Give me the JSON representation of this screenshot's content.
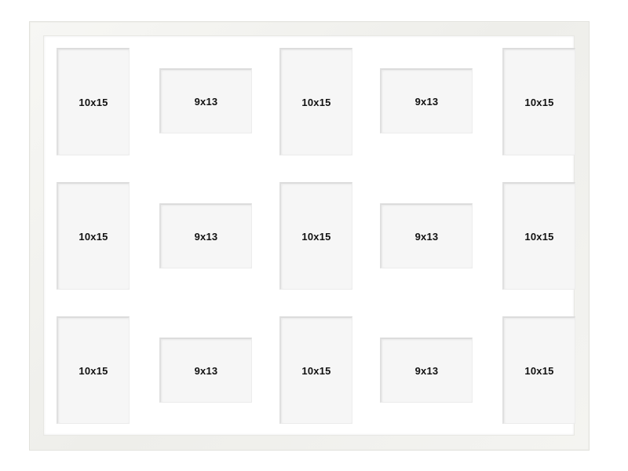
{
  "photo_frame": {
    "rows": [
      {
        "openings": [
          {
            "label": "10x15"
          },
          {
            "label": "9x13"
          },
          {
            "label": "10x15"
          },
          {
            "label": "9x13"
          },
          {
            "label": "10x15"
          }
        ]
      },
      {
        "openings": [
          {
            "label": "10x15"
          },
          {
            "label": "9x13"
          },
          {
            "label": "10x15"
          },
          {
            "label": "9x13"
          },
          {
            "label": "10x15"
          }
        ]
      },
      {
        "openings": [
          {
            "label": "10x15"
          },
          {
            "label": "9x13"
          },
          {
            "label": "10x15"
          },
          {
            "label": "9x13"
          },
          {
            "label": "10x15"
          }
        ]
      }
    ],
    "colors": {
      "frame": "#f2f2ee",
      "mat": "#ffffff",
      "opening": "#f6f6f6",
      "label": "#111111"
    }
  }
}
